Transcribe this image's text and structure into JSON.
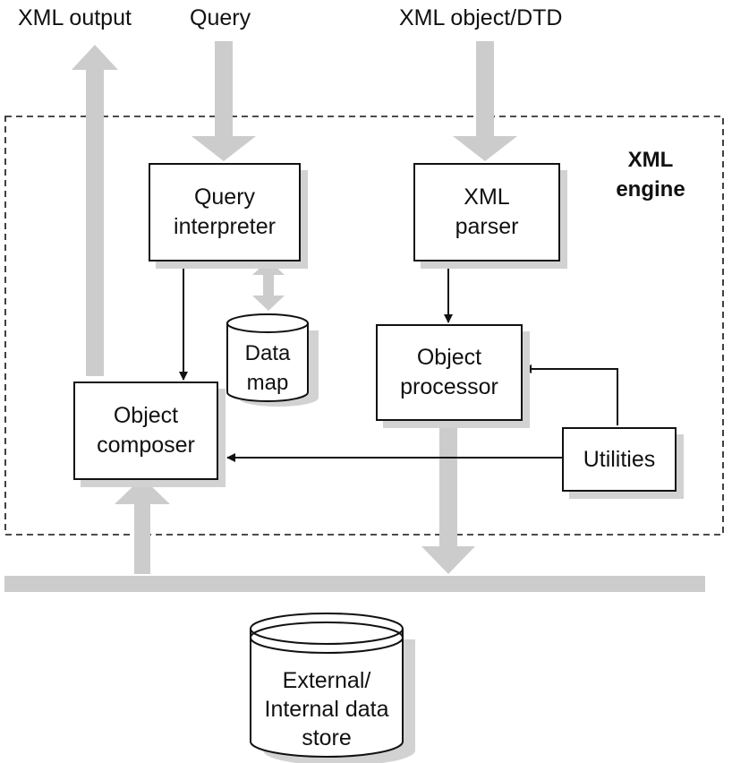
{
  "inputs": {
    "xml_output": "XML output",
    "query": "Query",
    "xml_object_dtd": "XML object/DTD"
  },
  "engine": {
    "line1": "XML",
    "line2": "engine"
  },
  "components": {
    "query_interpreter": {
      "line1": "Query",
      "line2": "interpreter"
    },
    "xml_parser": {
      "line1": "XML",
      "line2": "parser"
    },
    "data_map": {
      "line1": "Data",
      "line2": "map"
    },
    "object_processor": {
      "line1": "Object",
      "line2": "processor"
    },
    "object_composer": {
      "line1": "Object",
      "line2": "composer"
    },
    "utilities": {
      "line1": "Utilities"
    }
  },
  "data_store": {
    "line1": "External/",
    "line2": "Internal data",
    "line3": "store"
  },
  "colors": {
    "flow": "#cccccc",
    "line": "#111111",
    "shadow": "#d2d2d2"
  }
}
